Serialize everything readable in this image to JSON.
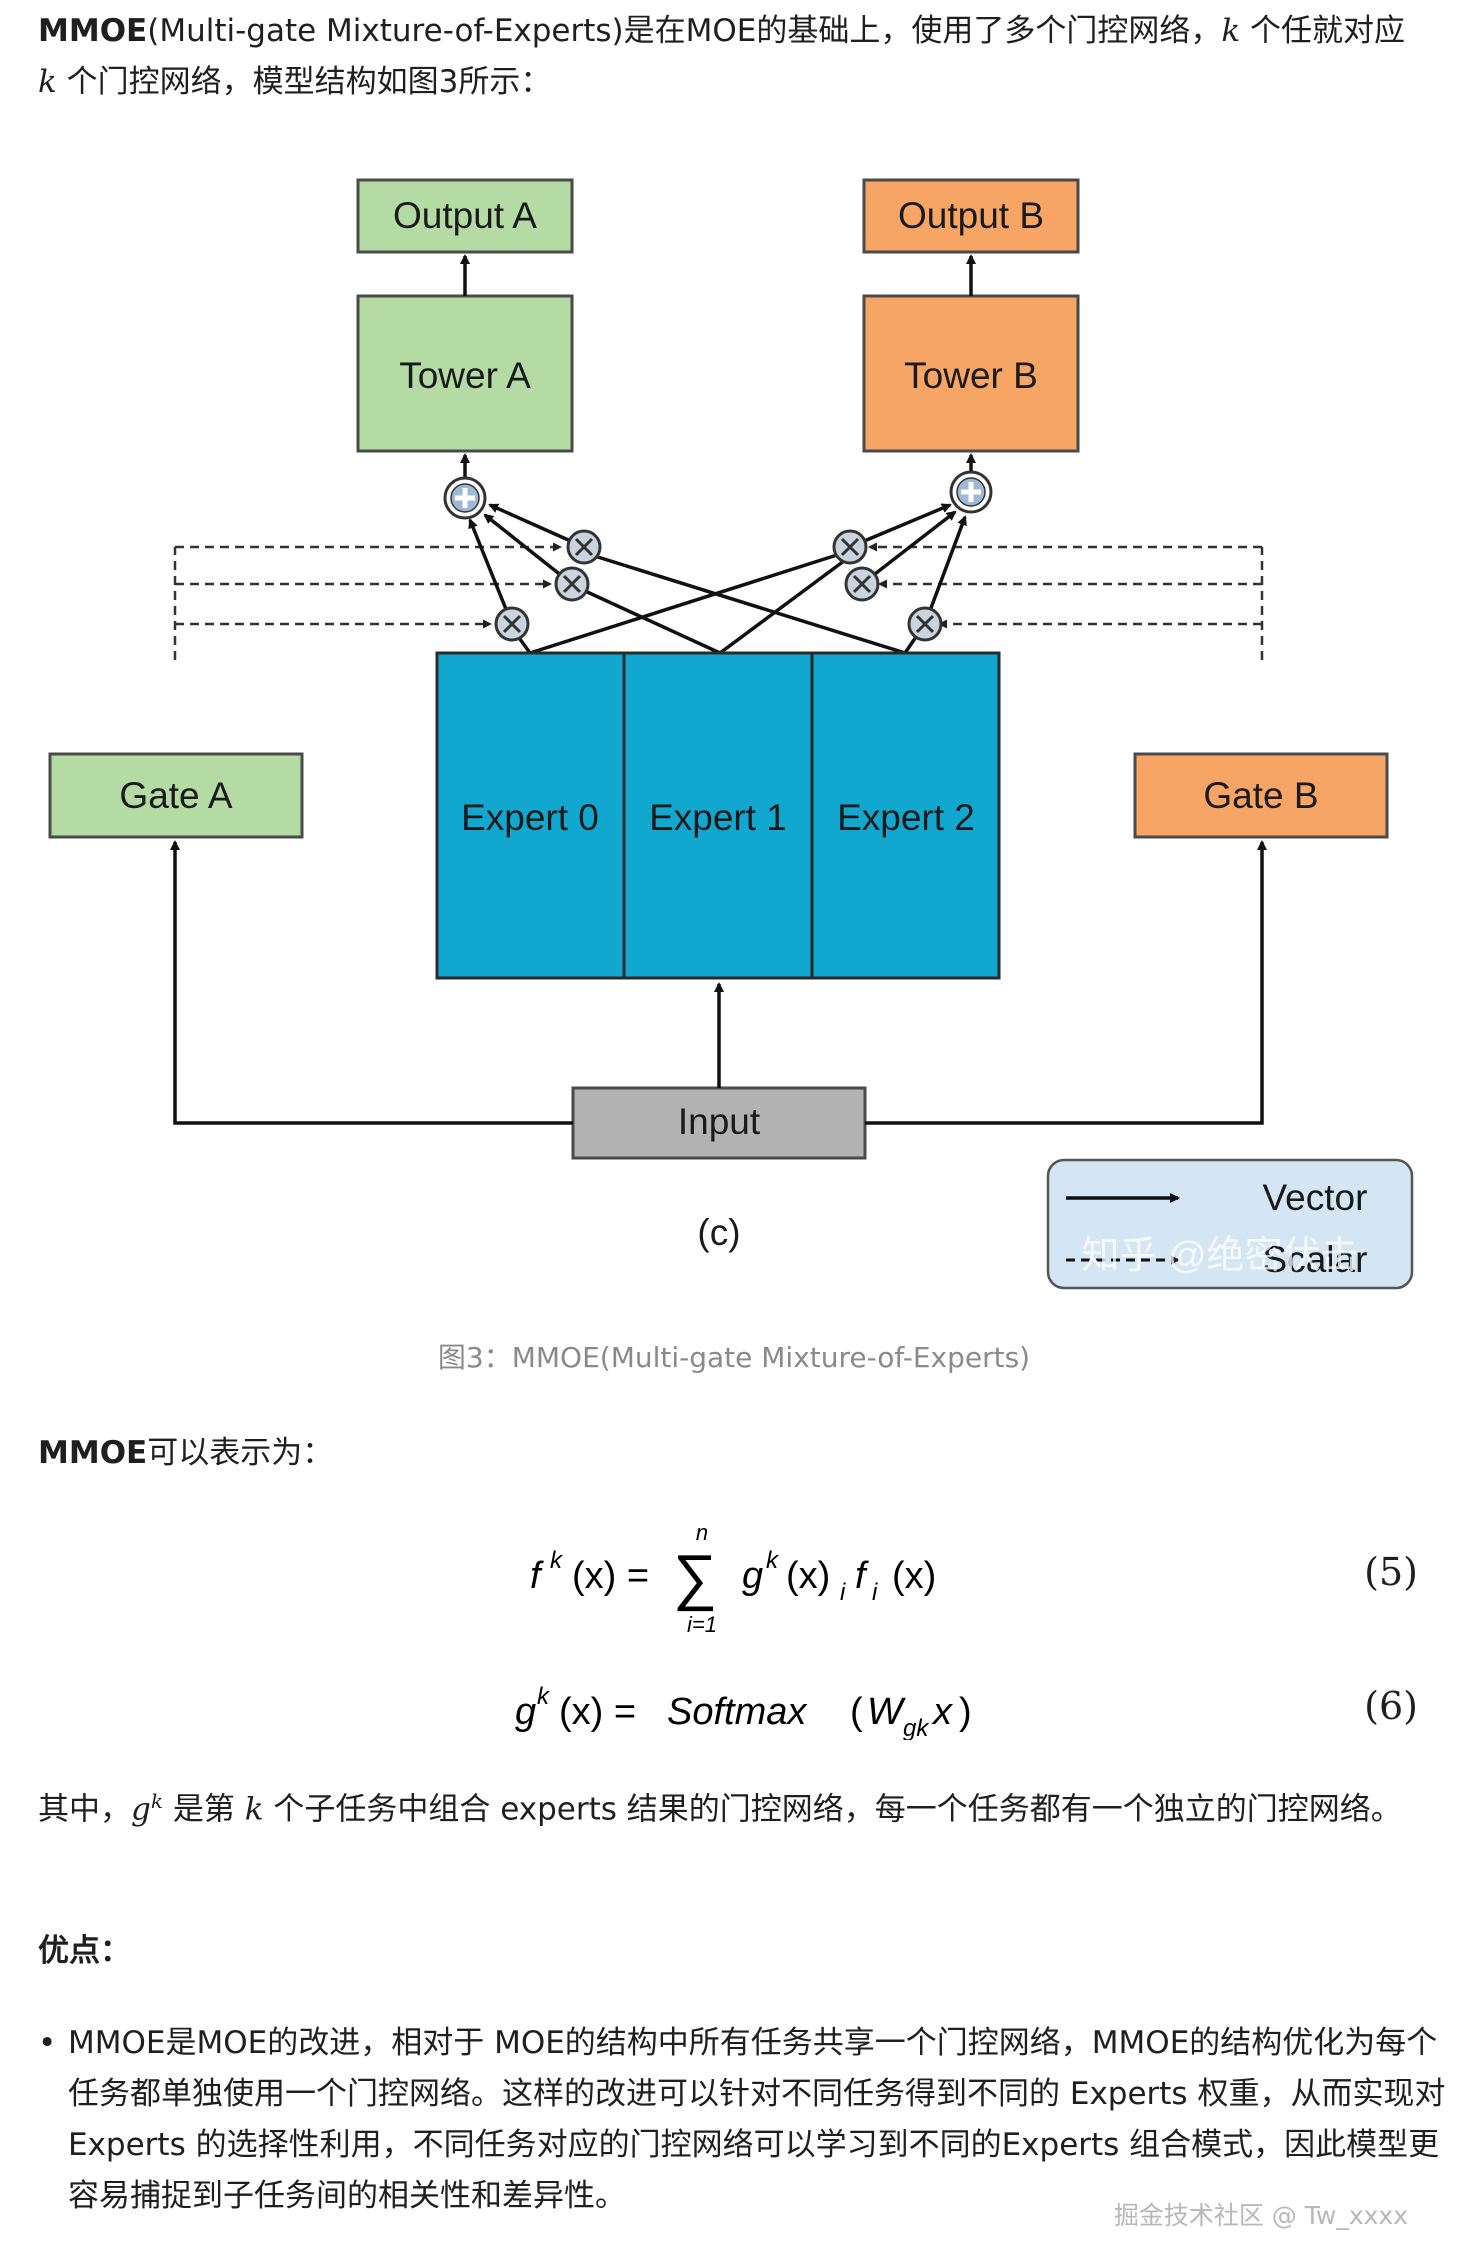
{
  "intro": {
    "lead_bold": "MMOE",
    "lead_rest": "(Multi-gate Mixture-of-Experts)是在MOE的基础上，使用了多个门控网络，",
    "k1": "k",
    "mid": " 个任就对应 ",
    "k2": "k",
    "tail": " 个门控网络，模型结构如图3所示："
  },
  "figure": {
    "output_a": "Output A",
    "output_b": "Output B",
    "tower_a": "Tower A",
    "tower_b": "Tower B",
    "gate_a": "Gate A",
    "gate_b": "Gate B",
    "experts": [
      "Expert 0",
      "Expert 1",
      "Expert 2"
    ],
    "input": "Input",
    "panel_label": "(c)",
    "legend_vector": "Vector",
    "legend_scalar": "Scalar",
    "overlay_watermark": "知乎 @绝密伏击",
    "colors": {
      "green": "#b3dba3",
      "orange": "#f7a564",
      "teal": "#12a7ce",
      "gray": "#b3b3b3",
      "legend_bg": "#d4e6f4"
    }
  },
  "caption": "图3：MMOE(Multi-gate Mixture-of-Experts)",
  "expr_intro": {
    "bold": "MMOE",
    "rest": "可以表示为："
  },
  "equations": [
    {
      "lhs": "f",
      "lhs_sup": "k",
      "arg": "(x) = ",
      "sum_top": "n",
      "sum_bottom": "i=1",
      "rhs": "g",
      "rhs_sup": "k",
      "rhs_tail": "(x)",
      "sub_i": "i",
      "f": "f",
      "f_sub": "i",
      "f_arg": "(x)",
      "number": "(5)"
    },
    {
      "lhs": "g",
      "lhs_sup": "k",
      "arg": "(x) = ",
      "rhs": "Softmax",
      "paren_open": "(",
      "w": "W",
      "w_sub": "gk",
      "x": "x",
      "paren_close": ")",
      "number": "(6)"
    }
  ],
  "explain": {
    "a": "其中，",
    "g": "g",
    "g_sup": "k",
    "b": " 是第 ",
    "k": "k",
    "c": " 个子任务中组合 experts 结果的门控网络，每一个任务都有一个独立的门控网络。"
  },
  "pros_heading": "优点：",
  "bullet": {
    "dot": "•",
    "text": "MMOE是MOE的改进，相对于 MOE的结构中所有任务共享一个门控网络，MMOE的结构优化为每个任务都单独使用一个门控网络。这样的改进可以针对不同任务得到不同的 Experts 权重，从而实现对 Experts 的选择性利用，不同任务对应的门控网络可以学习到不同的Experts 组合模式，因此模型更容易捕捉到子任务间的相关性和差异性。"
  },
  "watermark": "掘金技术社区 @ Tw_xxxx"
}
